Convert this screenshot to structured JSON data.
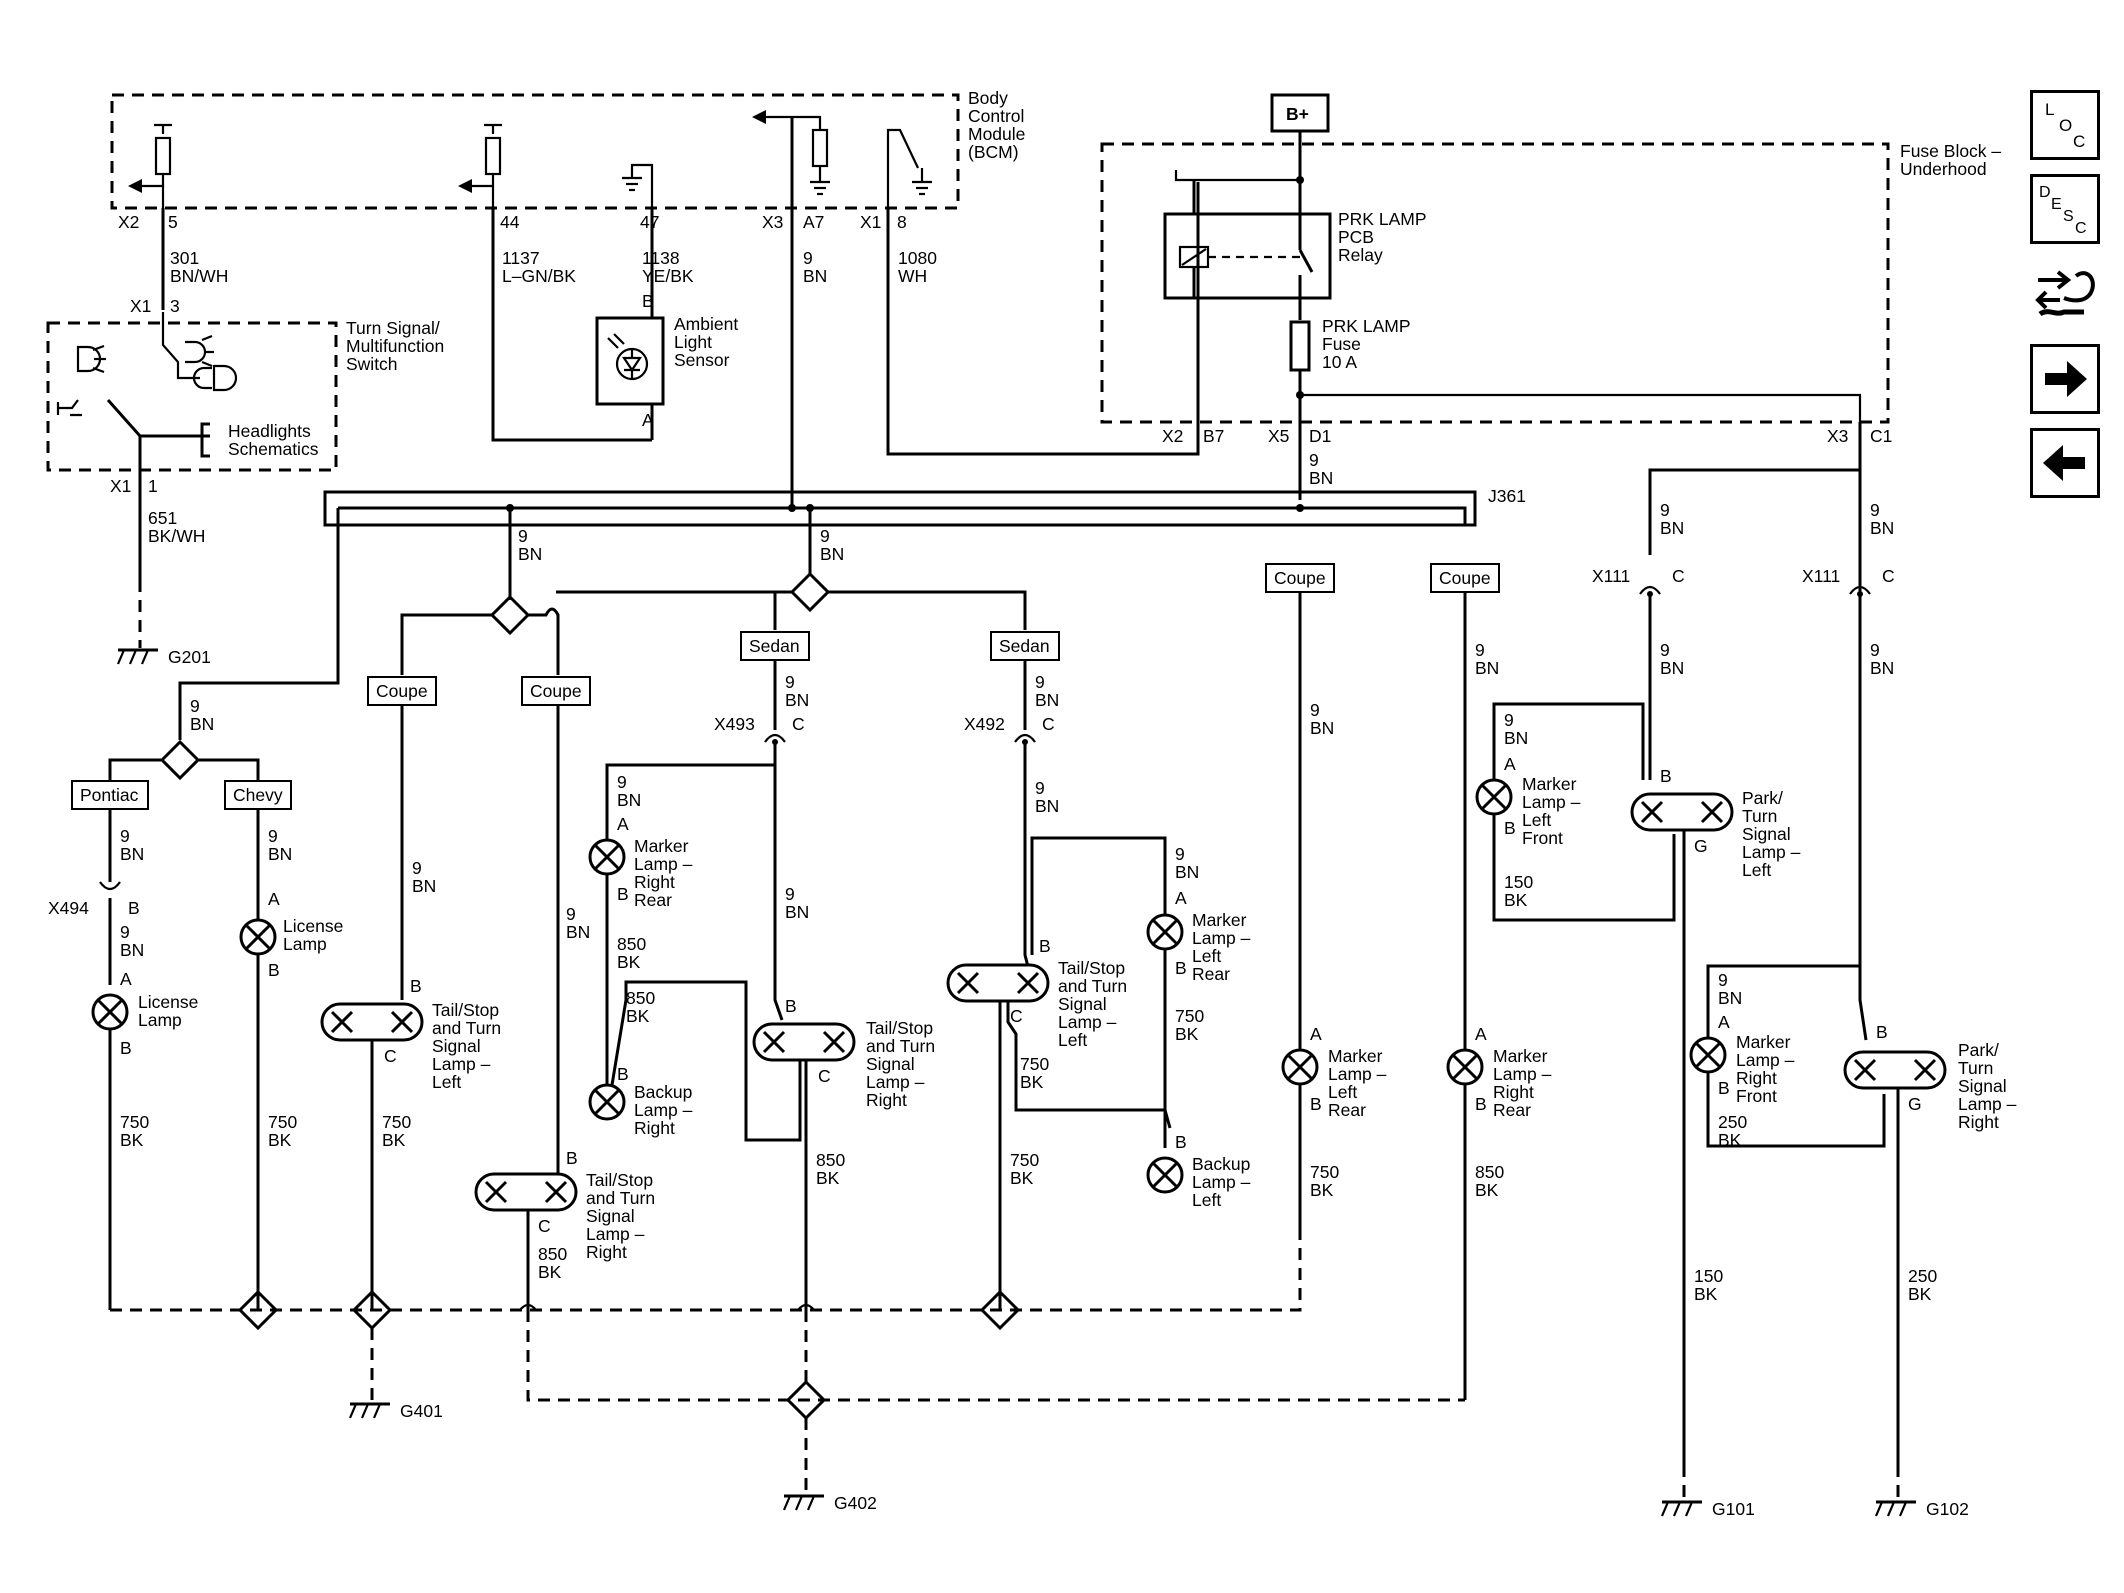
{
  "modules": {
    "bcm": [
      "Body",
      "Control",
      "Module",
      "(BCM)"
    ],
    "fuse_block": [
      "Fuse Block –",
      "Underhood"
    ],
    "turn_switch": [
      "Turn Signal/",
      "Multifunction",
      "Switch"
    ],
    "headlights": [
      "Headlights",
      "Schematics"
    ],
    "ambient": [
      "Ambient",
      "Light",
      "Sensor"
    ],
    "relay": [
      "PRK LAMP",
      "PCB",
      "Relay"
    ],
    "fuse": [
      "PRK LAMP",
      "Fuse",
      "10 A"
    ],
    "bplus": "B+",
    "splice": "J361"
  },
  "connectors": {
    "x2": "X2",
    "x2p": "5",
    "p44": "44",
    "p47": "47",
    "x3": "X3",
    "a7": "A7",
    "x1": "X1",
    "p8": "8",
    "x1b": "X1",
    "p3": "3",
    "x1c": "X1",
    "p1": "1",
    "fx2": "X2",
    "b7": "B7",
    "fx5": "X5",
    "d1": "D1",
    "fx3": "X3",
    "c1": "C1",
    "x493": "X493",
    "x492": "X492",
    "x494": "X494",
    "x111a": "X111",
    "x111b": "X111"
  },
  "wires": {
    "w301": [
      "301",
      "BN/WH"
    ],
    "w1137": [
      "1137",
      "L–GN/BK"
    ],
    "w1138": [
      "1138",
      "YE/BK"
    ],
    "w9": [
      "9",
      "BN"
    ],
    "w1080": [
      "1080",
      "WH"
    ],
    "w651": [
      "651",
      "BK/WH"
    ],
    "w750": [
      "750",
      "BK"
    ],
    "w850": [
      "850",
      "BK"
    ],
    "w150": [
      "150",
      "BK"
    ],
    "w250": [
      "250",
      "BK"
    ]
  },
  "pins": {
    "a": "A",
    "b": "B",
    "c": "C",
    "g": "G"
  },
  "options": {
    "coupe": "Coupe",
    "sedan": "Sedan",
    "pontiac": "Pontiac",
    "chevy": "Chevy"
  },
  "lamps": {
    "license": [
      "License",
      "Lamp"
    ],
    "tail_left": [
      "Tail/Stop",
      "and Turn",
      "Signal",
      "Lamp –",
      "Left"
    ],
    "tail_right": [
      "Tail/Stop",
      "and Turn",
      "Signal",
      "Lamp –",
      "Right"
    ],
    "marker_right_rear": [
      "Marker",
      "Lamp –",
      "Right",
      "Rear"
    ],
    "marker_left_rear": [
      "Marker",
      "Lamp –",
      "Left",
      "Rear"
    ],
    "backup_right": [
      "Backup",
      "Lamp –",
      "Right"
    ],
    "backup_left": [
      "Backup",
      "Lamp –",
      "Left"
    ],
    "marker_left_front": [
      "Marker",
      "Lamp –",
      "Left",
      "Front"
    ],
    "marker_right_front": [
      "Marker",
      "Lamp –",
      "Right",
      "Front"
    ],
    "park_left": [
      "Park/",
      "Turn",
      "Signal",
      "Lamp –",
      "Left"
    ],
    "park_right": [
      "Park/",
      "Turn",
      "Signal",
      "Lamp –",
      "Right"
    ]
  },
  "grounds": {
    "g201": "G201",
    "g401": "G401",
    "g402": "G402",
    "g101": "G101",
    "g102": "G102"
  },
  "nav": {
    "loc": [
      "L",
      "O",
      "C"
    ],
    "desc": [
      "D",
      "E",
      "S",
      "C"
    ],
    "icons": [
      "loc-icon",
      "desc-icon",
      "component-view-icon",
      "next-arrow-icon",
      "previous-arrow-icon"
    ]
  }
}
